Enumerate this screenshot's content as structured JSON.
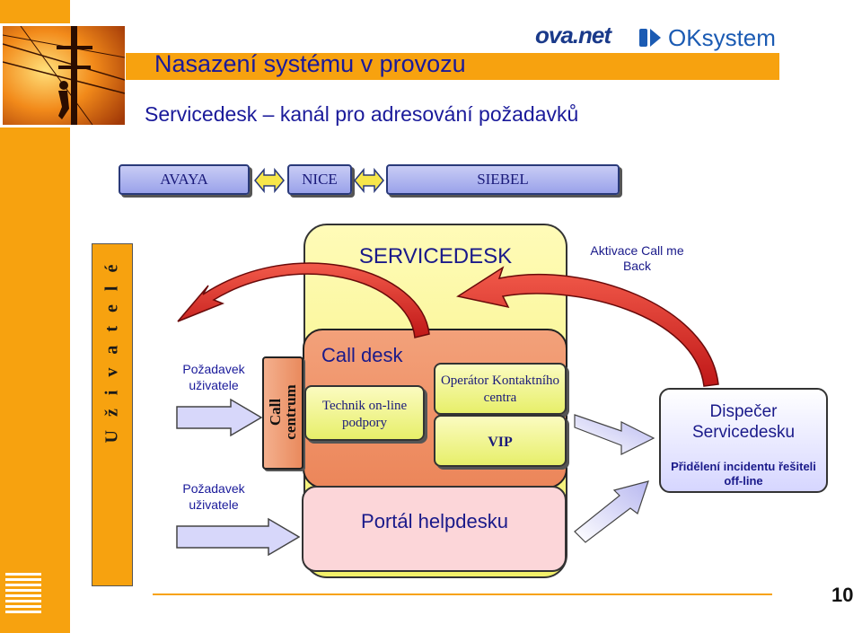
{
  "header": {
    "title": "Nasazení systému v provozu",
    "subtitle": "Servicedesk – kanál pro adresování požadavků",
    "logo_ova": "ova.net",
    "logo_ok": "OKsystem"
  },
  "systems": [
    "AVAYA",
    "NICE",
    "SIEBEL"
  ],
  "side_label": "U ž i v a t e l é",
  "requests": {
    "top": "Požadavek uživatele",
    "bottom": "Požadavek uživatele"
  },
  "servicedesk": {
    "label": "SERVICEDESK",
    "aktivace": "Aktivace Call me Back",
    "call_centrum": "Call centrum",
    "call_desk": "Call desk",
    "technik": "Technik on-line podpory",
    "operator": "Operátor Kontaktního centra",
    "vip": "VIP",
    "portal": "Portál helpdesku"
  },
  "dispecer": {
    "title": "Dispečer Servicedesku",
    "subtitle": "Přidělení incidentu řešiteli off-line"
  },
  "page_number": "10",
  "colors": {
    "orange": "#f7a20f",
    "blue_text": "#1a1a9a",
    "yellow": "#f2f06a",
    "salmon": "#ec865a",
    "pink": "#fcd6d9",
    "red_arrow": "#d42020"
  }
}
